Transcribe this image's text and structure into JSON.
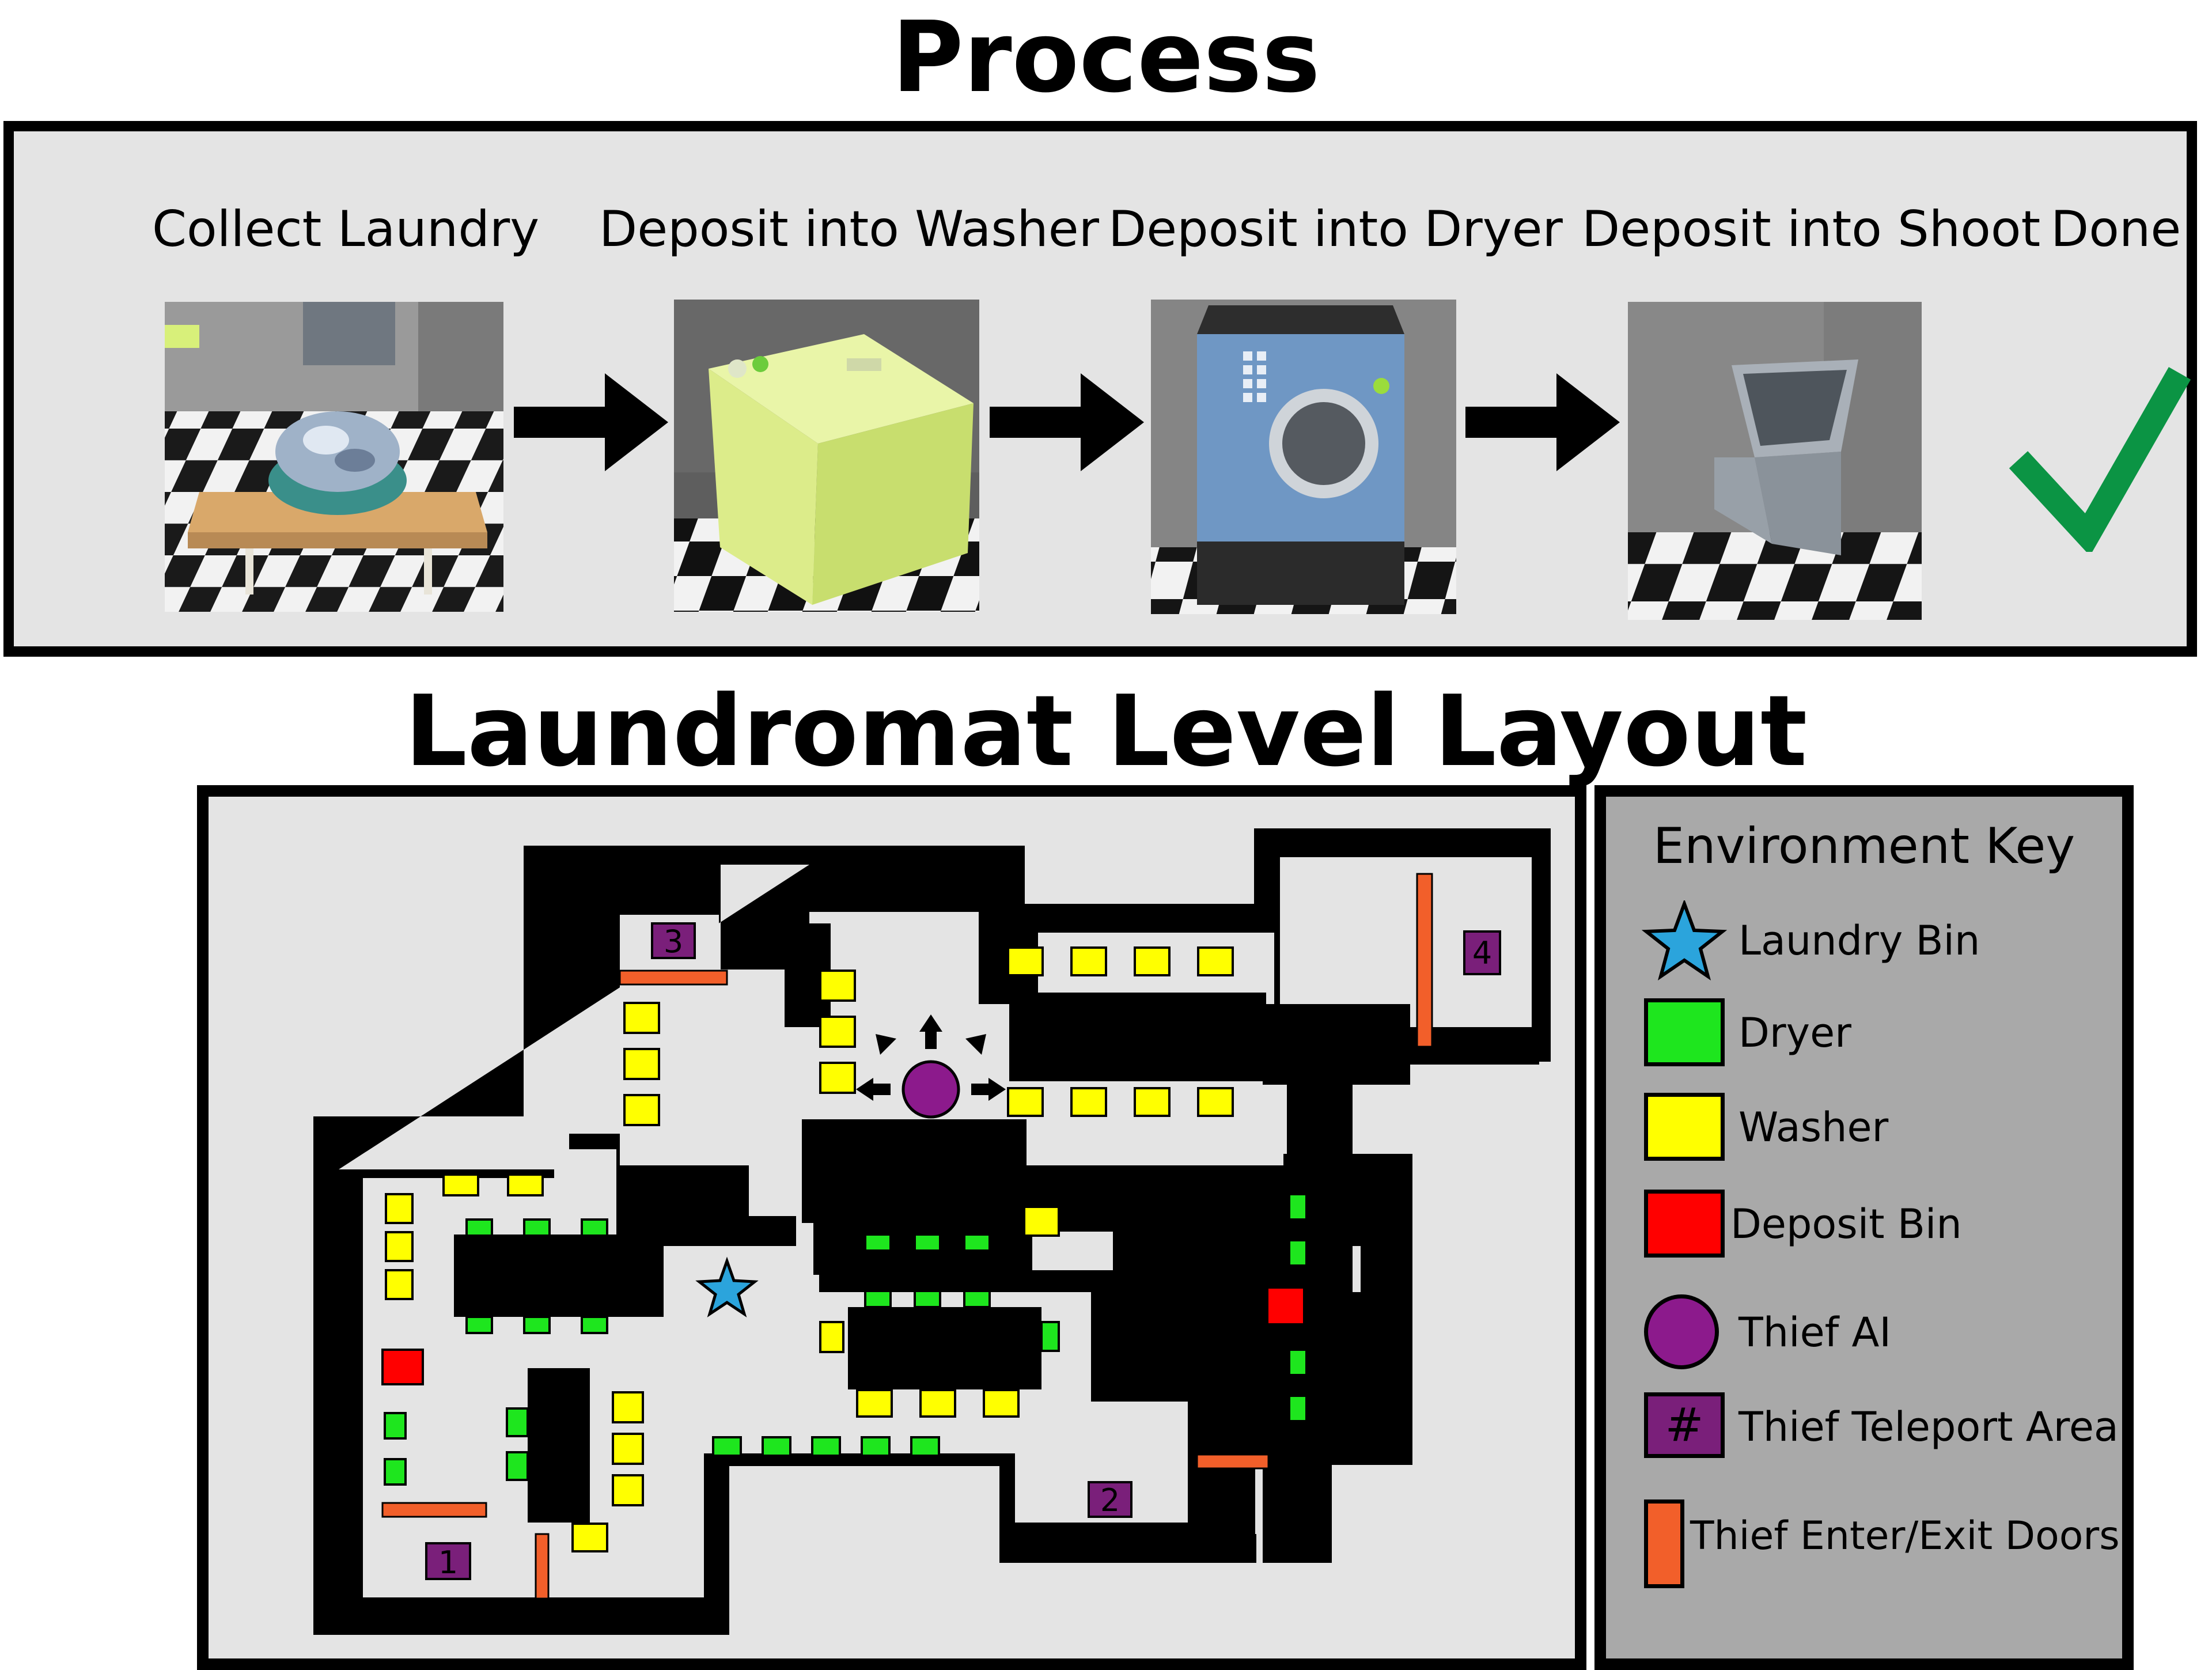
{
  "process": {
    "title": "Process",
    "steps": [
      {
        "label": "Collect Laundry"
      },
      {
        "label": "Deposit into Washer"
      },
      {
        "label": "Deposit into Dryer"
      },
      {
        "label": "Deposit into Shoot"
      },
      {
        "label": "Done"
      }
    ],
    "done_icon": "checkmark-icon",
    "arrow_icon": "right-arrow-icon"
  },
  "layout": {
    "title": "Laundromat Level Layout",
    "teleport_areas": [
      "1",
      "2",
      "3",
      "4"
    ]
  },
  "key": {
    "title": "Environment Key",
    "items": [
      {
        "label": "Laundry Bin",
        "icon": "star-icon",
        "color": "#2ba4dc"
      },
      {
        "label": "Dryer",
        "icon": "green-square-icon",
        "color": "#1ee61e"
      },
      {
        "label": "Washer",
        "icon": "yellow-square-icon",
        "color": "#ffff00"
      },
      {
        "label": "Deposit Bin",
        "icon": "red-square-icon",
        "color": "#ff0000"
      },
      {
        "label": "Thief AI",
        "icon": "purple-circle-icon",
        "color": "#8c1a8c"
      },
      {
        "label": "Thief Teleport Area",
        "icon": "teleport-square-icon",
        "symbol": "#",
        "color": "#7a1f7a"
      },
      {
        "label": "Thief Enter/Exit Doors",
        "icon": "door-bar-icon",
        "color": "#f25f2a"
      }
    ]
  },
  "colors": {
    "washer": "#ffff00",
    "dryer": "#1ee61e",
    "deposit": "#ff0000",
    "door": "#f25f2a",
    "thief": "#8c1a8c",
    "teleport": "#7a1f7a",
    "laundry_bin": "#2ba4dc",
    "check": "#0b9444"
  }
}
